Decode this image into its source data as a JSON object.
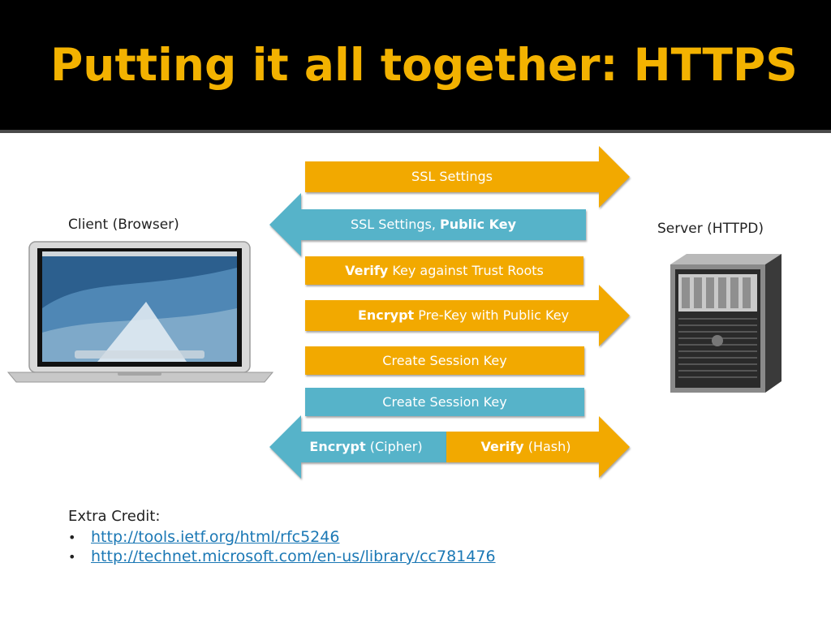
{
  "slide": {
    "title": "Putting it all together: HTTPS",
    "client_label": "Client (Browser)",
    "server_label": "Server (HTTPD)"
  },
  "colors": {
    "title": "#f3b200",
    "orange": "#f2a900",
    "blue": "#56b3c9",
    "header_bg": "#000000"
  },
  "steps": {
    "ssl_settings": "SSL Settings",
    "ssl_public_pre": "SSL Settings, ",
    "ssl_public_bold": "Public Key",
    "verify_bold": "Verify",
    "verify_rest": " Key against Trust Roots",
    "encrypt_bold": "Encrypt",
    "encrypt_rest": " Pre-Key with Public Key",
    "session_key_client": "Create Session Key",
    "session_key_server": "Create Session Key",
    "cipher_bold": "Encrypt",
    "cipher_rest": " (Cipher)",
    "hash_bold": "Verify",
    "hash_rest": " (Hash)"
  },
  "icons": {
    "client": "laptop-icon",
    "server": "server-tower-icon"
  },
  "extra_credit": {
    "title": "Extra Credit:",
    "bullet": "•",
    "links": [
      "http://tools.ietf.org/html/rfc5246",
      "http://technet.microsoft.com/en-us/library/cc781476"
    ]
  }
}
